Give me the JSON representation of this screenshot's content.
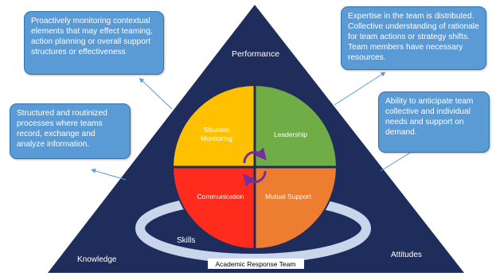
{
  "triangle": {
    "top_label": "Performance",
    "left_label": "Knowledge",
    "right_label": "Attitudes",
    "skills_label": "Skills",
    "ring_label": "Academic Response Team"
  },
  "quadrants": {
    "situation_monitoring": "Situation Monitoring",
    "leadership": "Leadership",
    "communication": "Communication",
    "mutual_support": "Mutual Support"
  },
  "callouts": {
    "top_left": "Proactively monitoring contextual elements that may effect teaming, action planning or overall support structures or effectiveness",
    "top_right": "Expertise in the team is distributed. Collective understanding of rationale for team actions or strategy shifts. Team members have necessary resources.",
    "middle_left": "Structured and routinized processes where teams record, exchange and analyze information.",
    "middle_right": "Ability to anticipate team collective and individual needs and support on demand."
  },
  "colors": {
    "triangle": "#1f2d5c",
    "situation_monitoring": "#ffc000",
    "leadership": "#70ad47",
    "communication": "#ff2b1c",
    "mutual_support": "#ed7d31",
    "ring": "#c9d5ea",
    "callout_fill": "#5b9bd5",
    "cycle_arrows": "#7030a0"
  },
  "icons": [
    "cycle-arrows-icon"
  ]
}
